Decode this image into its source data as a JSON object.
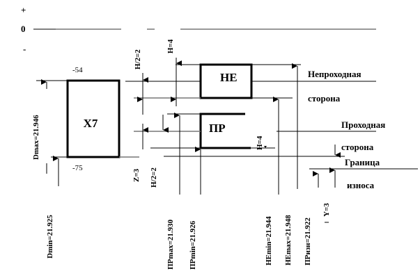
{
  "axis": {
    "plus": "+",
    "zero": "0",
    "minus": "-"
  },
  "shaft": {
    "label": "X7",
    "upper_dev": "-54",
    "lower_dev": "-75",
    "dmax": "Dmax=21.946",
    "dmin": "Dmin=21.925"
  },
  "gauge_ne": {
    "label": "НЕ",
    "side_line1": "Непроходная",
    "side_line2": "сторона",
    "min": "НЕmin=21.944",
    "max": "НЕmax=21.948"
  },
  "gauge_pr": {
    "label": "ПР",
    "side_line1": "Проходная",
    "side_line2": "сторона",
    "max": "ПРmax=21.930",
    "min": "ПРmin=21.926",
    "wear": "ПРизн=21.922"
  },
  "wear_limit": {
    "line1": "Граница",
    "line2": "износа",
    "y": "Y=3"
  },
  "dims": {
    "h_half_top": "H/2=2",
    "h_top": "H=4",
    "h_pr": "H=4",
    "z": "Z=3",
    "h_half_bottom": "H/2=2"
  }
}
